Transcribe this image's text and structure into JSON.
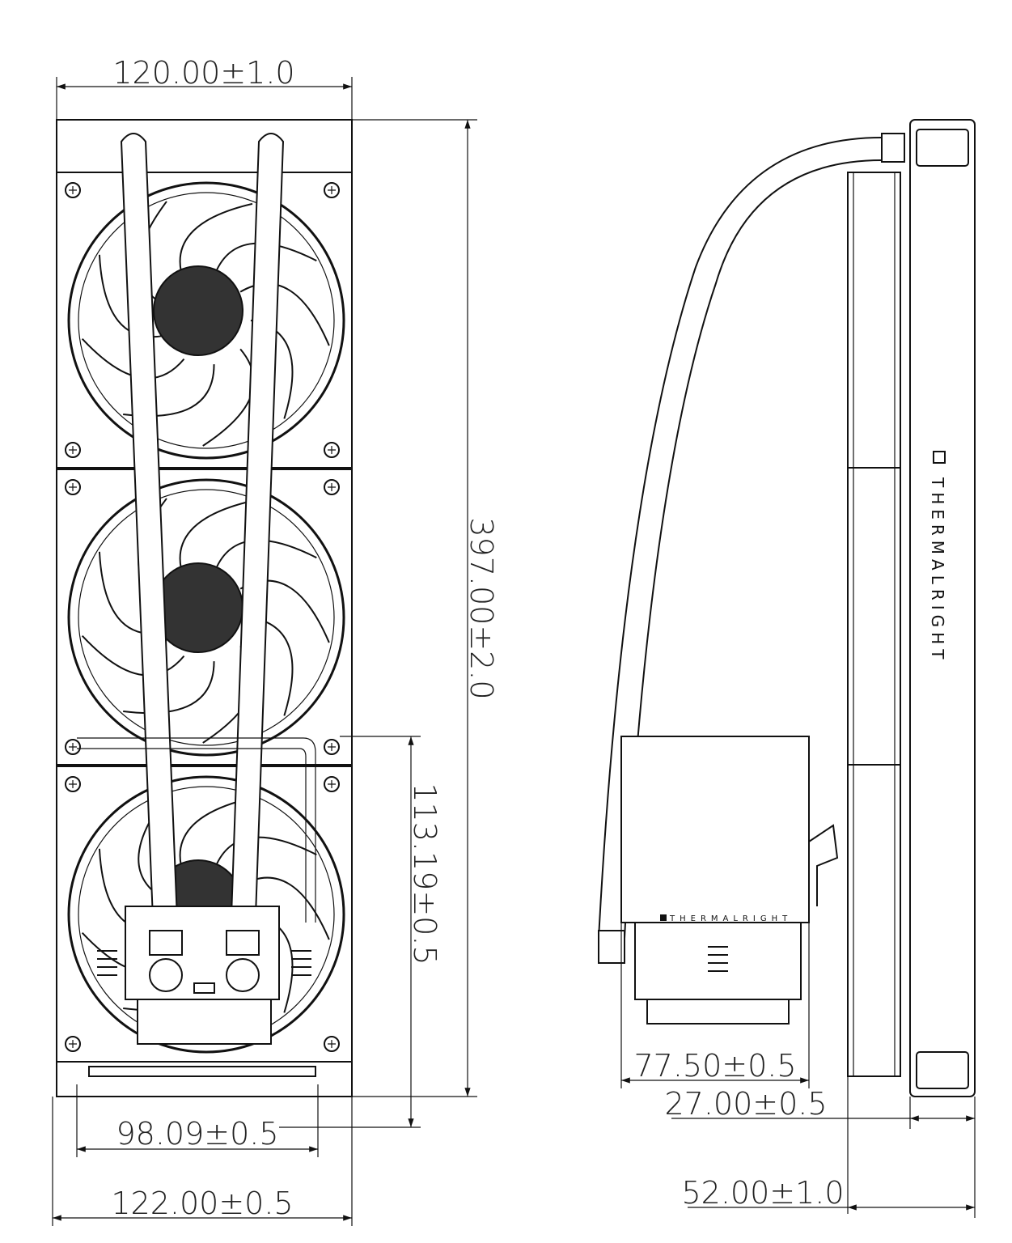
{
  "dimensions": {
    "width_top": "120.00±1.0",
    "height_total": "397.00±2.0",
    "pump_height": "113.19±0.5",
    "pump_width": "98.09±0.5",
    "width_bottom": "122.00±0.5",
    "pump_depth": "77.50±0.5",
    "fan_thickness": "27.00±0.5",
    "total_thickness": "52.00±1.0"
  },
  "brand": {
    "side_logo": "THERMALRIGHT",
    "pump_logo": "THERMALRIGHT"
  }
}
